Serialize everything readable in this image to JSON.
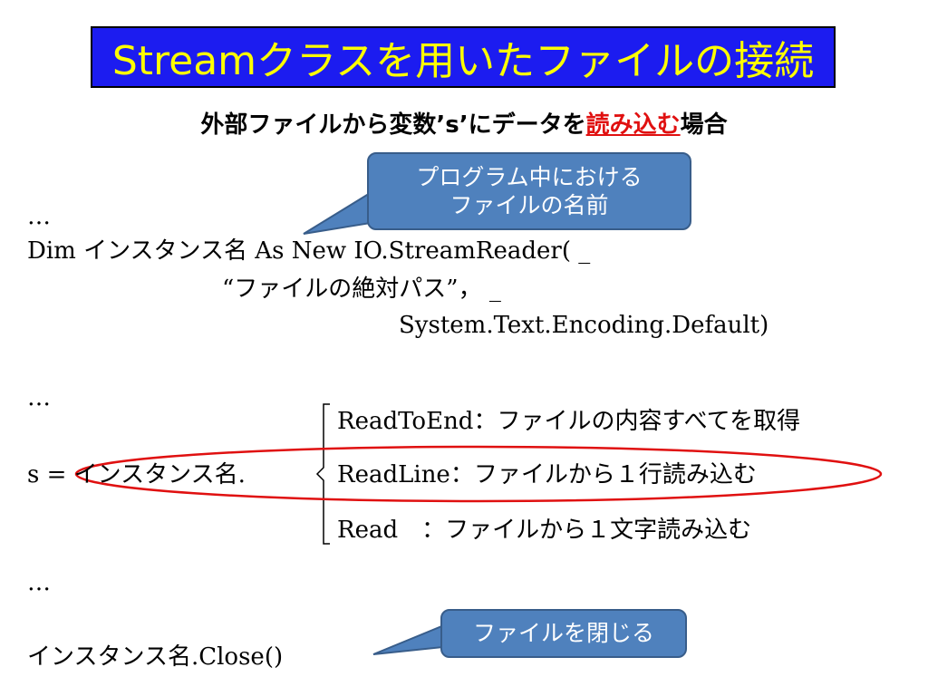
{
  "title": "Streamクラスを用いたファイルの接続",
  "subtitle": {
    "before": "外部ファイルから変数’s’にデータを",
    "emphasis": "読み込む",
    "after": "場合"
  },
  "callout_name": {
    "line1": "プログラム中における",
    "line2": "ファイルの名前"
  },
  "callout_close": "ファイルを閉じる",
  "code": {
    "ellipsis1": "…",
    "dim_line": "Dim インスタンス名 As New IO.StreamReader( _",
    "path_line": "“ファイルの絶対パス”， _",
    "encoding_line": "System.Text.Encoding.Default)",
    "ellipsis2": "…",
    "assign_line": "s = インスタンス名.",
    "methods": [
      "ReadToEnd：ファイルの内容すべてを取得",
      "ReadLine：ファイルから１行読み込む",
      "Read　：ファイルから１文字読み込む"
    ],
    "ellipsis3": "…",
    "close_line": "インスタンス名.Close()"
  },
  "colors": {
    "title_bg": "#1c1cf0",
    "title_text": "#ffff00",
    "emphasis": "#e01010",
    "callout_bg": "#4f81bd",
    "highlight_ellipse": "#e01010"
  }
}
